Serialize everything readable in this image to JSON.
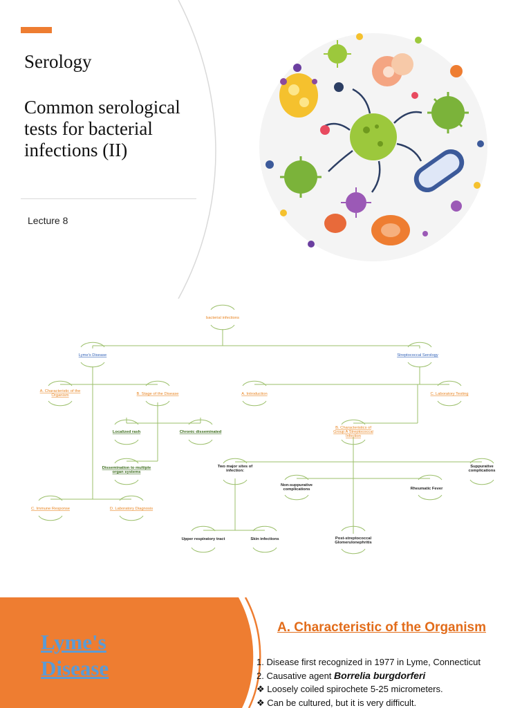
{
  "slide1": {
    "title": "Serology",
    "subtitle": "Common serological tests for bacterial infections (II)",
    "lecture": "Lecture 8",
    "colors": {
      "accent": "#ee7d31"
    },
    "illustration": "microbes-illustration"
  },
  "slide2": {
    "mindmap": {
      "root": "bacterial infections",
      "lyme": "Lyme's Disease",
      "strep": "Streptococcal Serology",
      "lyme_a": "A. Characteristic of the Organism",
      "lyme_b": "B. Stage of the Disease",
      "lyme_c": "C. Immune Response",
      "lyme_d": "D. Laboratory Diagnosis",
      "localized": "Localized rash",
      "chronic": "Chronic disseminated",
      "dissemination": "Dissemination to multiple organ systems",
      "strep_a": "A. Introduction",
      "strep_b": "B. Characteristics of Group A Streptococcal Infection",
      "strep_c": "C. Laboratory Testing",
      "two_sites": "Two major sites of infection:",
      "upper_resp": "Upper respiratory tract",
      "skin": "Skin infections",
      "non_supp": "Non-suppurative complications",
      "rheumatic": "Rheumatic Fever",
      "suppurative": "Suppurative complications",
      "post_strep": "Post-streptococcal Glomerulonephritis"
    }
  },
  "slide3": {
    "section_title": "Lyme's Disease",
    "heading": "A. Characteristic of the Organism",
    "point1": "1. Disease first recognized in 1977 in Lyme, Connecticut",
    "point2_prefix": "2. Causative agent ",
    "point2_organism": "Borrelia burgdorferi",
    "bullet1": "Loosely coiled spirochete 5-25 micrometers.",
    "bullet2": "Can be cultured, but it is very difficult.",
    "bullet_symbol": "❖",
    "colors": {
      "orange": "#ee7d31",
      "title_blue": "#5b9bd5",
      "heading_orange": "#e26c1a"
    }
  }
}
